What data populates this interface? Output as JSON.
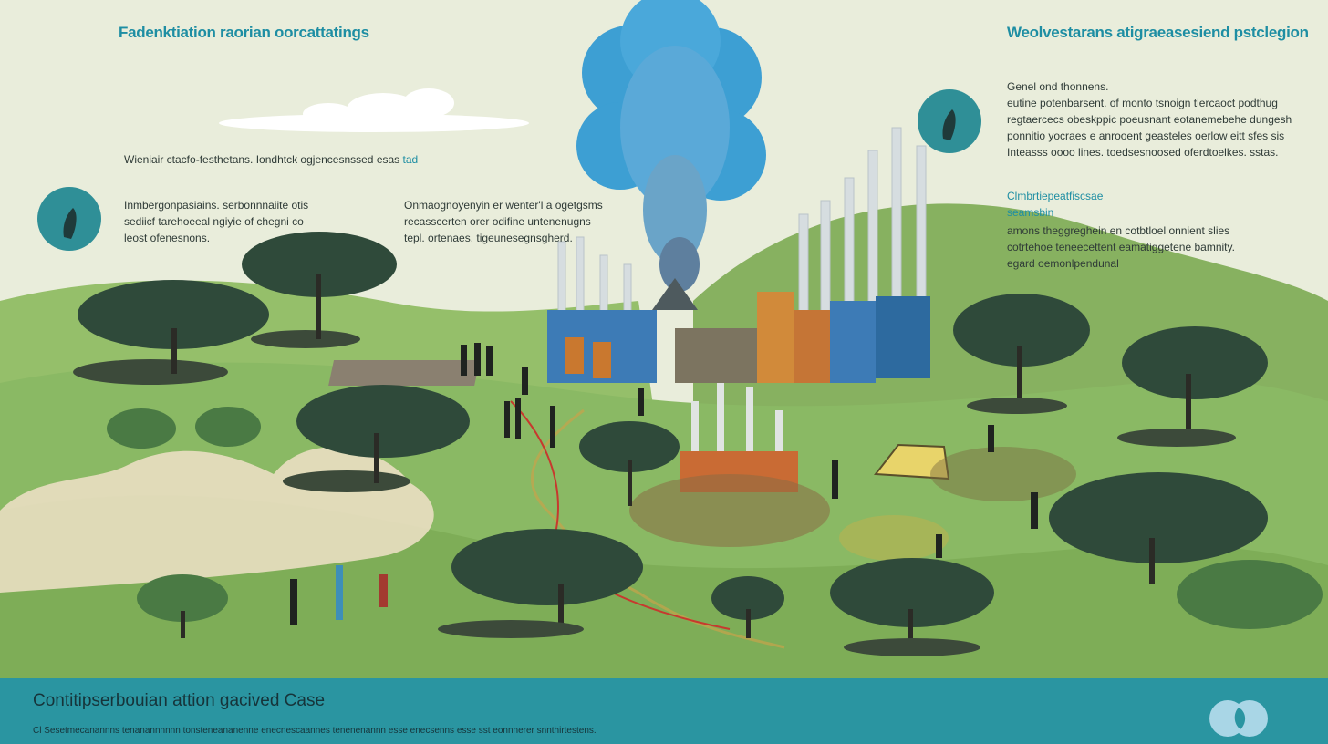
{
  "colors": {
    "sky": "#e9eddb",
    "hill_light": "#8fba66",
    "hill_dark": "#6f9f4e",
    "teal": "#2a95a1",
    "heading_teal": "#1e8ea3",
    "smoke_blue": "#3d9fd3",
    "tree_dark": "#2f4a3a"
  },
  "left_panel": {
    "title": "Fadenktiation raorian oorcattatings",
    "intro_line_1": "Wieniair ctacfo-festhetans. Iondhtck ogjencesnssed esas",
    "intro_line_1_accent": "tad",
    "block_a": [
      "Inmbergonpasiains. serbonnnaiite otis",
      "sediicf tarehoeeal ngiyie of chegni co",
      "leost ofenesnons."
    ],
    "badge_icon": "figure-icon"
  },
  "center_panel": {
    "block_b": [
      "Onmaognoyenyin er wenter'l a ogetgsms",
      "recasscerten orer odifine untenenugns",
      "tepl. ortenaes. tigeunesegnsgherd."
    ]
  },
  "right_panel": {
    "title": "Weolvestarans atigraeasesiend pstclegion",
    "block_c": [
      "Genel ond thonnens.",
      "eutine potenbarsent. of monto tsnoign tlercaoct podthug",
      "regtaercecs obeskppic poeusnant eotanemebehe dungesh",
      "ponnitio yocraes e anrooent geasteles oerlow eitt sfes sis",
      "Inteasss oooo lines. toedsesnoosed oferdtoelkes. sstas."
    ],
    "subtitle_line_1": "Clmbrtiepeatfiscsae",
    "subtitle_line_2": "seamsbin",
    "block_d": [
      "amons theggreghein en cotbtloel onnient slies",
      "cotrtehoe teneecettent eamatiggetene bamnity.",
      "egard oemonlpendunal"
    ],
    "badge_icon": "figure-icon"
  },
  "footer": {
    "title": "Contitipserbouian attion gacived Case",
    "subtitle": "Cl Sesetmecanannns tenanannnnnn tonsteneananenne enecnescaannes tenenenannn esse enecsenns esse sst eonnnerer snnthirtestens.",
    "logo_icon": "leaf-logo-icon"
  }
}
